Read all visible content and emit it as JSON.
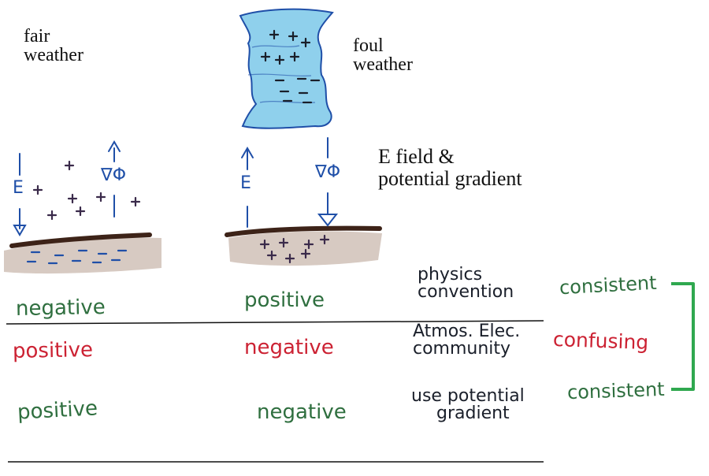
{
  "labels": {
    "fair_weather": [
      "fair",
      "weather"
    ],
    "foul_weather": [
      "foul",
      "weather"
    ],
    "efield_title": [
      "E field &",
      "potential gradient"
    ]
  },
  "panel_symbols": {
    "fair_e": "E",
    "fair_grad": "∇Φ",
    "foul_e": "E",
    "foul_grad": "∇Φ"
  },
  "rows": [
    {
      "row": "physics",
      "fair": "negative",
      "foul": "positive",
      "source": [
        "physics",
        "convention"
      ],
      "verdict": "consistent",
      "color": "#2f6f3f"
    },
    {
      "row": "atmos",
      "fair": "positive",
      "foul": "negative",
      "source": [
        "Atmos. Elec.",
        "community"
      ],
      "verdict": "confusing",
      "color": "#cc2233"
    },
    {
      "row": "gradient",
      "fair": "positive",
      "foul": "negative",
      "source": [
        "use potential",
        "gradient"
      ],
      "verdict": "consistent",
      "color": "#2f6f3f"
    }
  ],
  "colors": {
    "blue_ink": "#1f4fa8",
    "cloud_fill": "#8fd0ec",
    "ground": "#3d2318",
    "bracket": "#2fa84f",
    "green_ink": "#2f6f3f",
    "red_ink": "#cc2233"
  }
}
